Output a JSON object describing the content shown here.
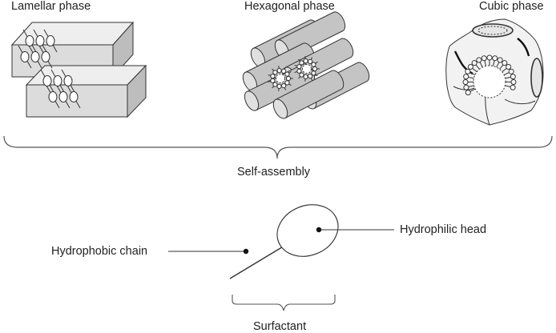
{
  "phases": {
    "lamellar": "Lamellar phase",
    "hexagonal": "Hexagonal phase",
    "cubic": "Cubic phase"
  },
  "process": "Self-assembly",
  "surfactant": {
    "chain": "Hydrophobic chain",
    "head": "Hydrophilic head",
    "name": "Surfactant"
  }
}
